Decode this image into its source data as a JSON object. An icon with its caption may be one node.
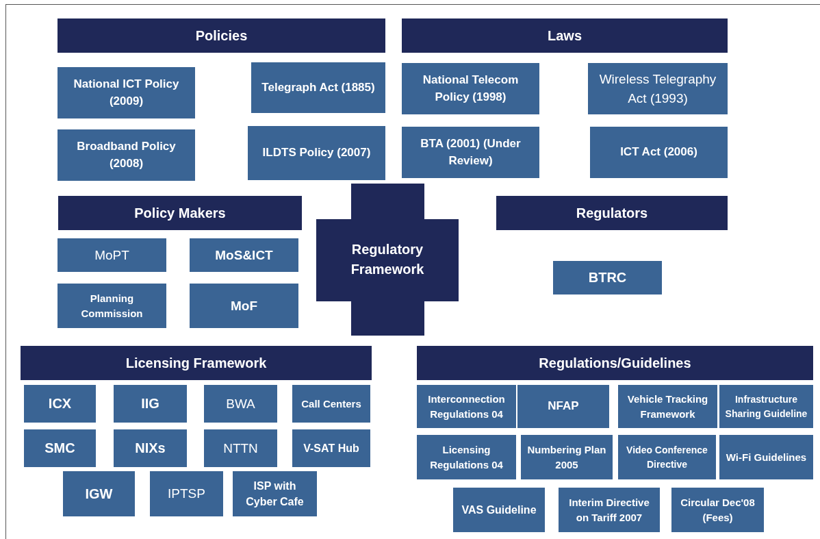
{
  "diagram": {
    "nodes": [
      {
        "text": [
          "Policies"
        ]
      },
      {
        "text": [
          "Laws"
        ]
      },
      {
        "text": [
          "National ICT Policy (2009)"
        ]
      },
      {
        "text": [
          "Telegraph Act (1885)"
        ]
      },
      {
        "text": [
          "National Telecom Policy (1998)"
        ]
      },
      {
        "text": [
          "Wireless Telegraphy Act (1993)"
        ]
      },
      {
        "text": [
          "Broadband Policy (2008)"
        ]
      },
      {
        "text": [
          "ILDTS Policy (2007)"
        ]
      },
      {
        "text": [
          "BTA (2001) (Under Review)"
        ]
      },
      {
        "text": [
          "ICT Act (2006)"
        ]
      },
      {
        "text": [
          "Policy Makers"
        ]
      },
      {
        "text": [
          "Regulatory Framework"
        ]
      },
      {
        "text": [
          "Regulators"
        ]
      },
      {
        "text": [
          "MoPT"
        ]
      },
      {
        "text": [
          "MoS&ICT"
        ]
      },
      {
        "text": [
          "BTRC"
        ]
      },
      {
        "text": [
          "Planning Commission"
        ]
      },
      {
        "text": [
          "MoF"
        ]
      },
      {
        "text": [
          "Licensing Framework"
        ]
      },
      {
        "text": [
          "Regulations/Guidelines"
        ]
      },
      {
        "text": [
          "ICX"
        ]
      },
      {
        "text": [
          "IIG"
        ]
      },
      {
        "text": [
          "BWA"
        ]
      },
      {
        "text": [
          "Call Centers"
        ]
      },
      {
        "text": [
          "Interconnection Regulations 04"
        ]
      },
      {
        "text": [
          "NFAP"
        ]
      },
      {
        "text": [
          "Vehicle Tracking Framework"
        ]
      },
      {
        "text": [
          "Infrastructure Sharing Guideline"
        ]
      },
      {
        "text": [
          "SMC"
        ]
      },
      {
        "text": [
          "NIXs"
        ]
      },
      {
        "text": [
          "NTTN"
        ]
      },
      {
        "text": [
          "V-SAT Hub"
        ]
      },
      {
        "text": [
          "Licensing Regulations 04"
        ]
      },
      {
        "text": [
          "Numbering Plan 2005"
        ]
      },
      {
        "text": [
          "Video Conference Directive"
        ]
      },
      {
        "text": [
          "Wi-Fi Guidelines"
        ]
      },
      {
        "text": [
          "IGW"
        ]
      },
      {
        "text": [
          "IPTSP"
        ]
      },
      {
        "text": [
          "ISP with Cyber Cafe"
        ]
      },
      {
        "text": [
          "VAS Guideline"
        ]
      },
      {
        "text": [
          "Interim Directive on Tariff 2007"
        ]
      },
      {
        "text": [
          "Circular Dec'08 (Fees)"
        ]
      }
    ],
    "edges": []
  }
}
